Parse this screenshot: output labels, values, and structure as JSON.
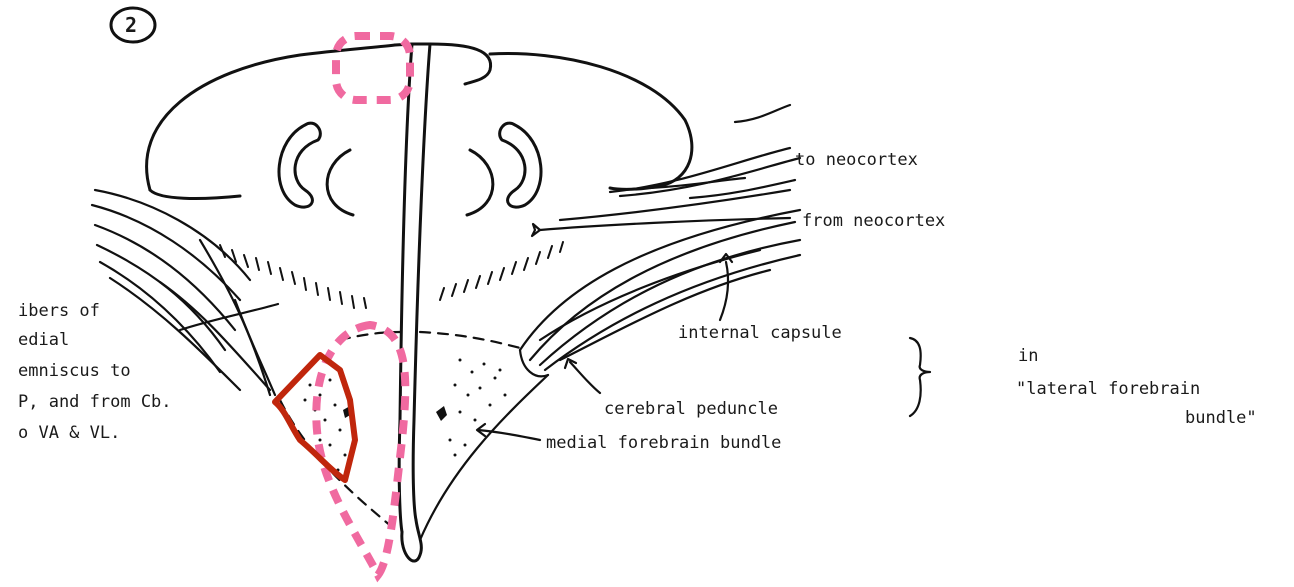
{
  "figure": {
    "panel_number": "2"
  },
  "labels": {
    "to_neocortex": "to neocortex",
    "from_neocortex": "from neocortex",
    "internal_capsule": "internal capsule",
    "cerebral_peduncle": "cerebral peduncle",
    "medial_forebrain_bundle": "medial forebrain bundle",
    "in": "in",
    "lateral_forebrain_line1": "\"lateral forebrain",
    "lateral_forebrain_line2": "bundle\"",
    "left_note": [
      "ibers of",
      "edial",
      "emniscus to",
      "P, and from Cb.",
      "o VA & VL."
    ]
  },
  "colors": {
    "ink": "#111111",
    "highlight_pink": "#f06aa0",
    "highlight_red": "#c0260c",
    "background": "#ffffff"
  }
}
